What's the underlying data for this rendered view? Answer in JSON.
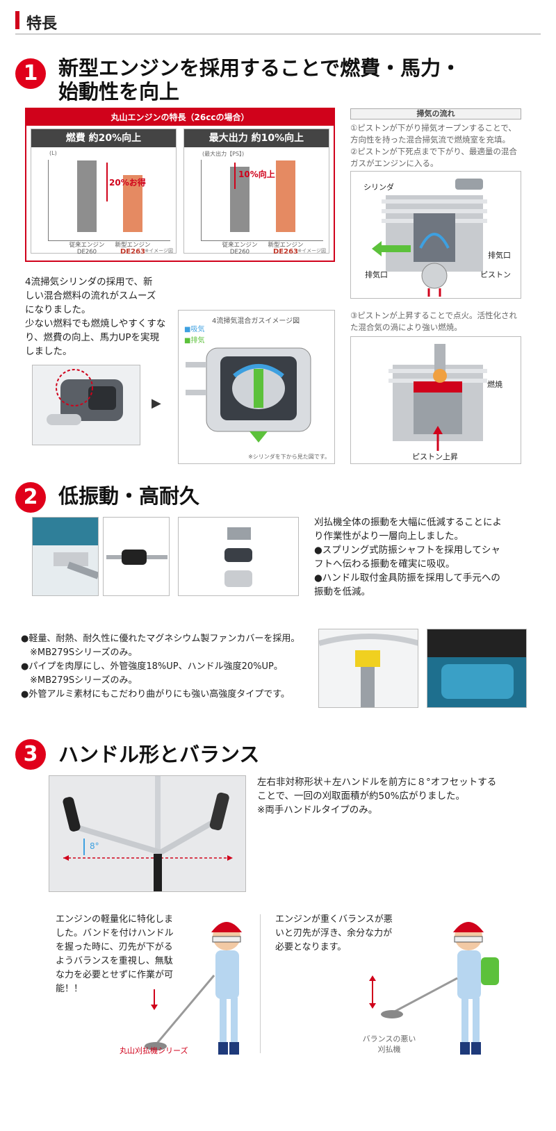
{
  "header": {
    "title": "特長"
  },
  "section1": {
    "number": "1",
    "title_line1": "新型エンジンを採用することで燃費・馬力・",
    "title_line2": "始動性を向上",
    "chart_panel": {
      "heading": "丸山エンジンの特長（26ccの場合）",
      "fuel": {
        "title": "燃費 約20%向上",
        "unit": "(L)",
        "callout": "20%お得",
        "old_label": "従来エンジン",
        "old_model": "DE260",
        "new_label": "新型エンジン",
        "new_model": "DE263",
        "note": "※イメージ図"
      },
      "power": {
        "title": "最大出力 約10%向上",
        "unit": "(最大出力【PS】)",
        "callout": "10%向上",
        "old_label": "従来エンジン",
        "old_model": "DE260",
        "new_label": "新型エンジン",
        "new_model": "DE263",
        "note": "※イメージ図"
      }
    },
    "chart_data": [
      {
        "type": "bar",
        "title": "燃費 約20%向上",
        "ylabel": "(L)",
        "categories": [
          "従来エンジン DE260",
          "新型エンジン DE263"
        ],
        "values": [
          100,
          80
        ]
      },
      {
        "type": "bar",
        "title": "最大出力 約10%向上",
        "ylabel": "(最大出力【PS】)",
        "categories": [
          "従来エンジン DE260",
          "新型エンジン DE263"
        ],
        "values": [
          100,
          110
        ]
      }
    ],
    "description": "4流掃気シリンダの採用で、新\nしい混合燃料の流れがスムーズ\nになりました。\n少ない燃料でも燃焼しやすくすな\nり、燃費の向上、馬力UPを実現\nしました。",
    "gas_image": {
      "title": "4流掃気混合ガスイメージ図",
      "legend_intake": "■吸気",
      "legend_exhaust": "■排気",
      "note": "※シリンダを下から見た図です。"
    },
    "flow": {
      "title": "掃気の流れ",
      "step12": "①ピストンが下がり掃気オープンすることで、\n方向性を持った混合掃気流で燃焼室を充填。\n②ピストンが下死点まで下がり、最適量の混合\nガスがエンジンに入る。",
      "labels": {
        "cylinder": "シリンダ",
        "exhaust_port": "排気口",
        "exhaust": "排気口",
        "piston": "ピストン"
      },
      "step3": "③ピストンが上昇することで点火。活性化され\nた混合気の渦により強い燃焼。",
      "labels2": {
        "combustion": "燃焼",
        "piston_up": "ピストン上昇"
      }
    },
    "colors": {
      "accent": "#e0001a",
      "old_bar": "#8e8e8e",
      "new_bar": "#e58a62",
      "intake": "#3ea0e0",
      "exhaust": "#5cc13b"
    }
  },
  "section2": {
    "number": "2",
    "title": "低振動・高耐久",
    "description": "刈払機全体の振動を大幅に低減することによ\nり作業性がより一層向上しました。\n●スプリング式防振シャフトを採用してシャ\nフトへ伝わる振動を確実に吸収。\n●ハンドル取付金具防振を採用して手元への\n振動を低減。",
    "bullets": "●軽量、耐熱、耐久性に優れたマグネシウム製ファンカバーを採用。\n　※MB279Sシリーズのみ。\n●パイプを肉厚にし、外管強度18%UP、ハンドル強度20%UP。\n　※MB279Sシリーズのみ。\n●外管アルミ素材にもこだわり曲がりにも強い高強度タイプです。"
  },
  "section3": {
    "number": "3",
    "title": "ハンドル形とバランス",
    "description": "左右非対称形状＋左ハンドルを前方に８°オフセットする\nことで、一回の刈取面積が約50%広がりました。\n※両手ハンドルタイプのみ。",
    "angle_label": "8°",
    "left_text": "エンジンの軽量化に特化しま\nした。バンドを付けハンドル\nを握った時に、刃先が下がる\nようバランスを重視し、無駄\nな力を必要とせずに作業が可\n能！！",
    "left_caption": "丸山刈払機シリーズ",
    "right_text": "エンジンが重くバランスが悪\nいと刃先が浮き、余分な力が\n必要となります。",
    "right_caption": "バランスの悪い\n刈払機"
  }
}
